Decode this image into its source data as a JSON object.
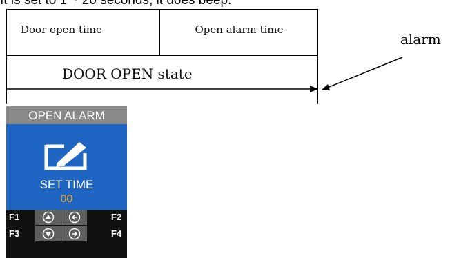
{
  "caption": "It is set to 1 ~ 20 seconds, it does beep.",
  "timing": {
    "door_open_time": "Door open time",
    "open_alarm_time": "Open alarm time",
    "state_label": "DOOR OPEN state",
    "alarm_label": "alarm"
  },
  "device": {
    "title": "OPEN ALARM",
    "set_time_label": "SET TIME",
    "value": "00",
    "accent_color": "#f5a623",
    "screen_color": "#1f66c4",
    "title_bar_color": "#8a8a8a",
    "keys": {
      "f1": "F1",
      "f2": "F2",
      "f3": "F3",
      "f4": "F4"
    },
    "icons": [
      "edit-icon",
      "up-circle-icon",
      "back-circle-icon",
      "down-circle-icon",
      "forward-circle-icon"
    ]
  }
}
